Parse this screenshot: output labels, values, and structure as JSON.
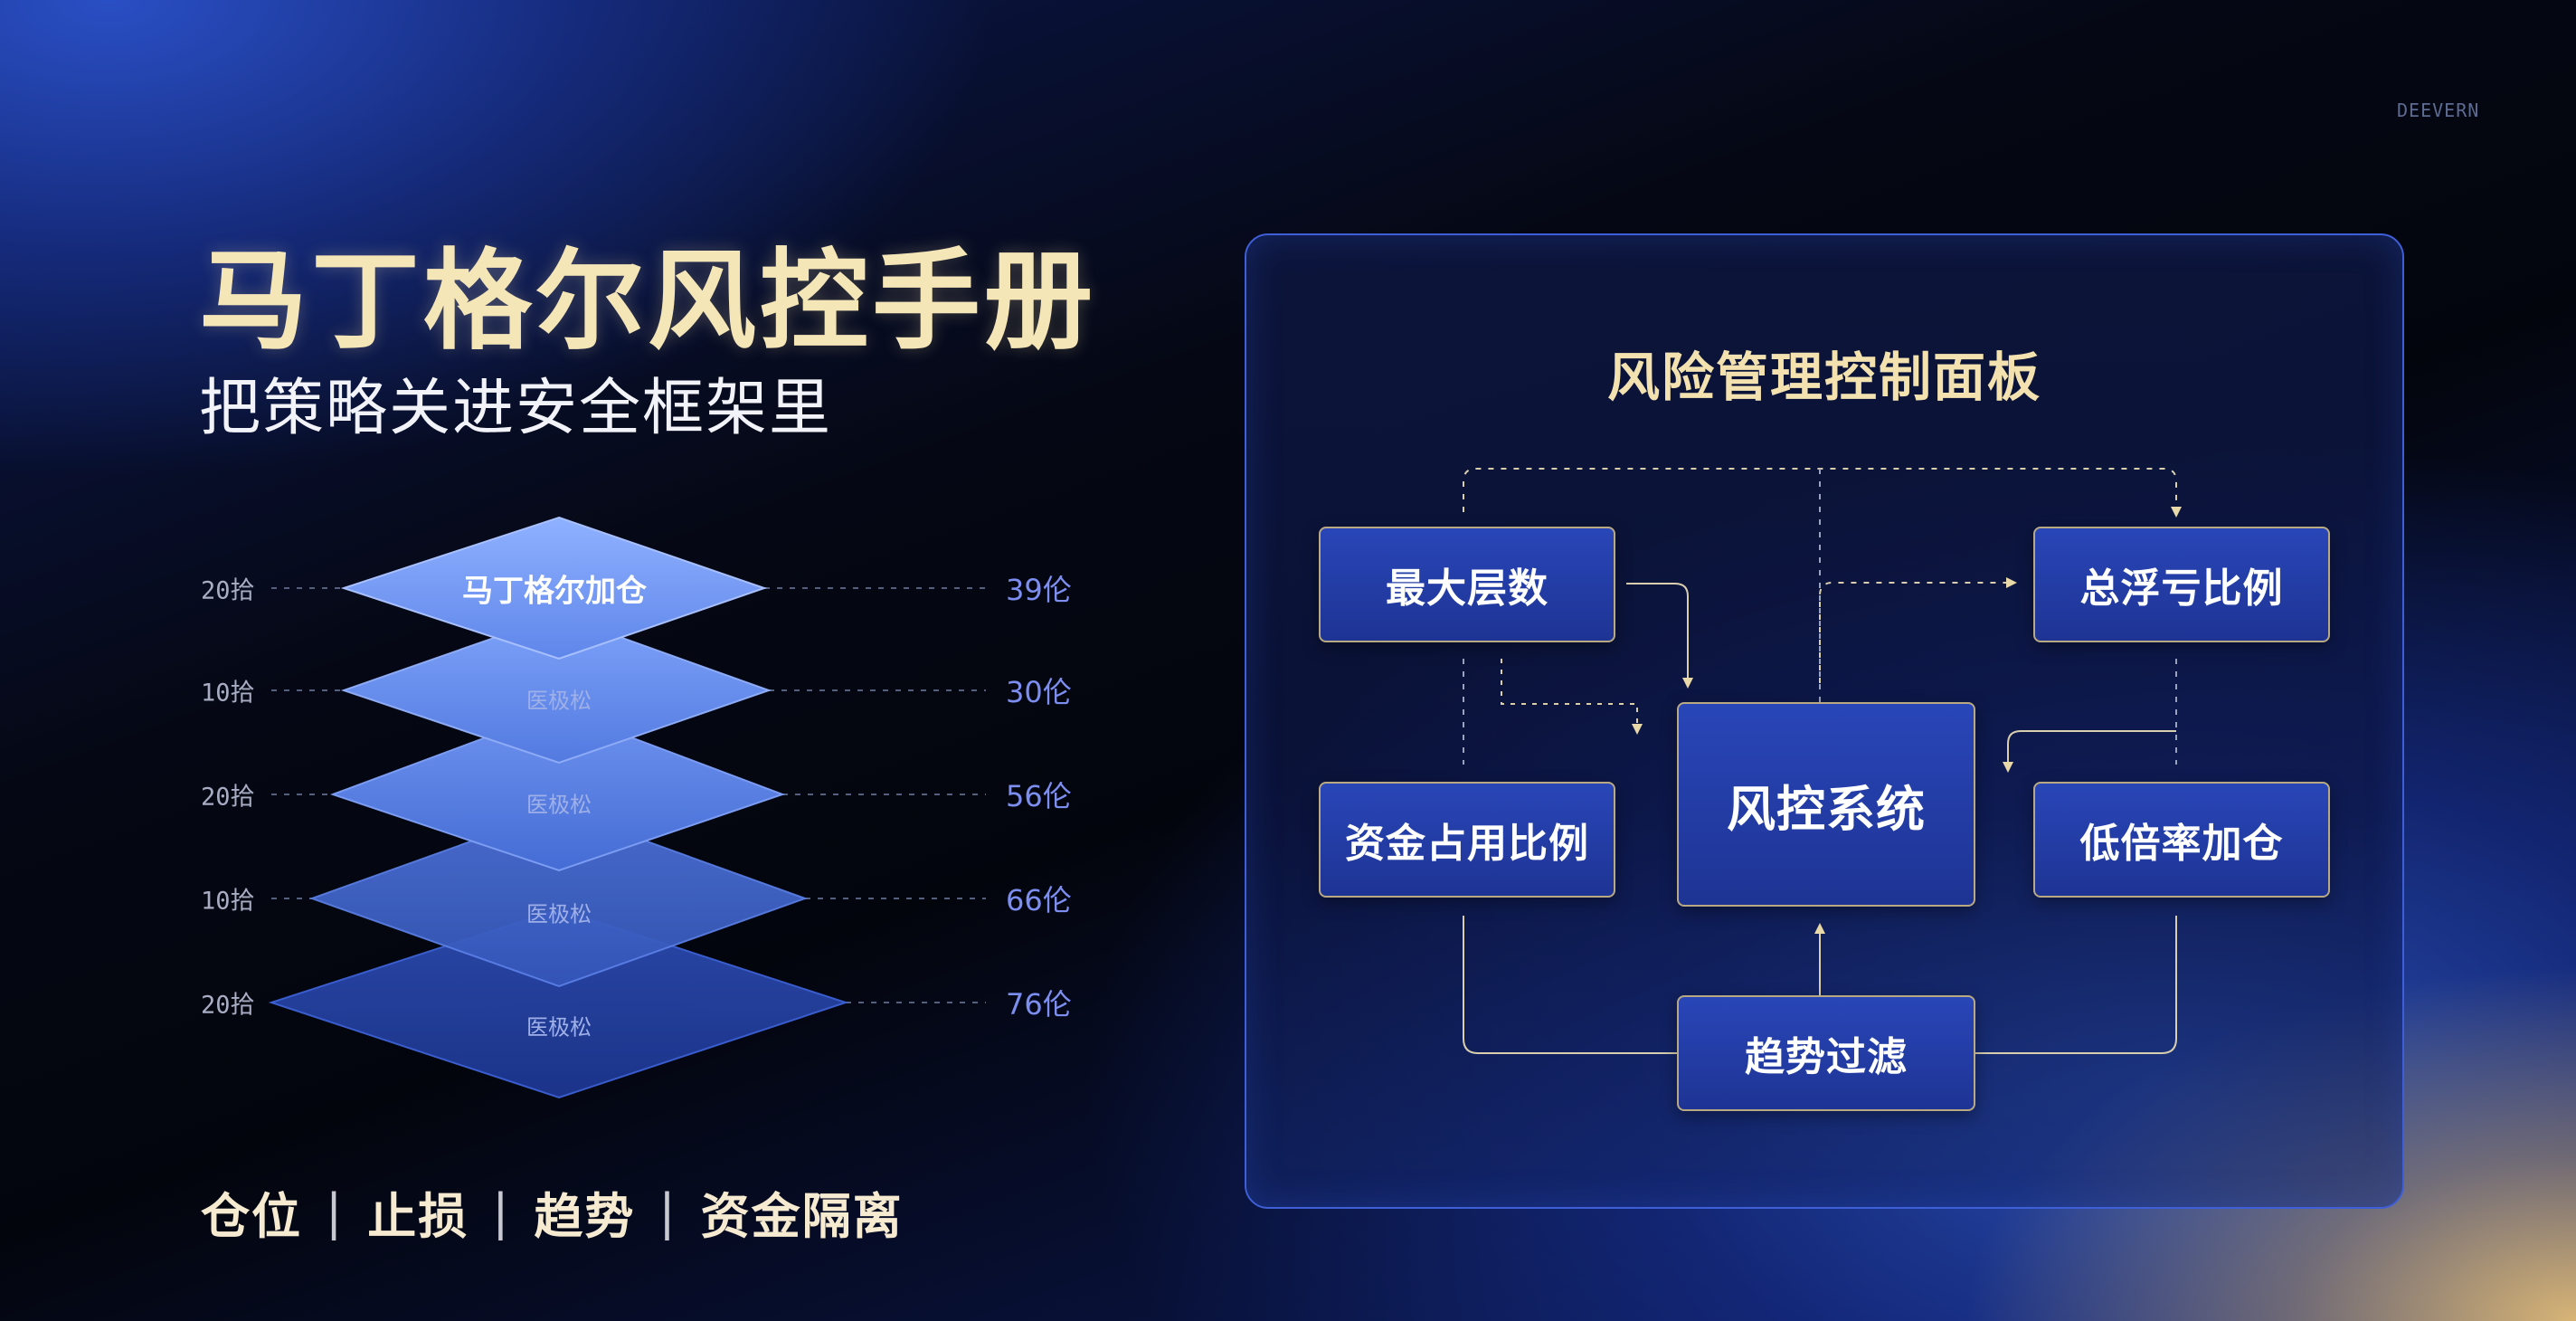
{
  "watermark": "DEEVERN",
  "title": "马丁格尔风控手册",
  "subtitle": "把策略关进安全框架里",
  "footer": {
    "tags": [
      "仓位",
      "止损",
      "趋势",
      "资金隔离"
    ]
  },
  "layers": [
    {
      "label": "马丁格尔加仓",
      "left": "20拾",
      "right": "39伦"
    },
    {
      "label": "医极松",
      "left": "10拾",
      "right": "30伦"
    },
    {
      "label": "医极松",
      "left": "20拾",
      "right": "56伦"
    },
    {
      "label": "医极松",
      "left": "10拾",
      "right": "66伦"
    },
    {
      "label": "医极松",
      "left": "20拾",
      "right": "76伦"
    }
  ],
  "panel": {
    "title": "风险管理控制面板",
    "nodes": {
      "max_layers": "最大层数",
      "float_loss": "总浮亏比例",
      "risk_system": "风控系统",
      "capital_usage": "资金占用比例",
      "low_multiplier": "低倍率加仓",
      "trend_filter": "趋势过滤"
    }
  },
  "colors": {
    "accent_gold": "#f3e2b0",
    "node_fill": "#2440a8",
    "node_border": "#b9a982",
    "panel_border": "#3e5fd8",
    "layer_blue": "#6e96f0"
  }
}
